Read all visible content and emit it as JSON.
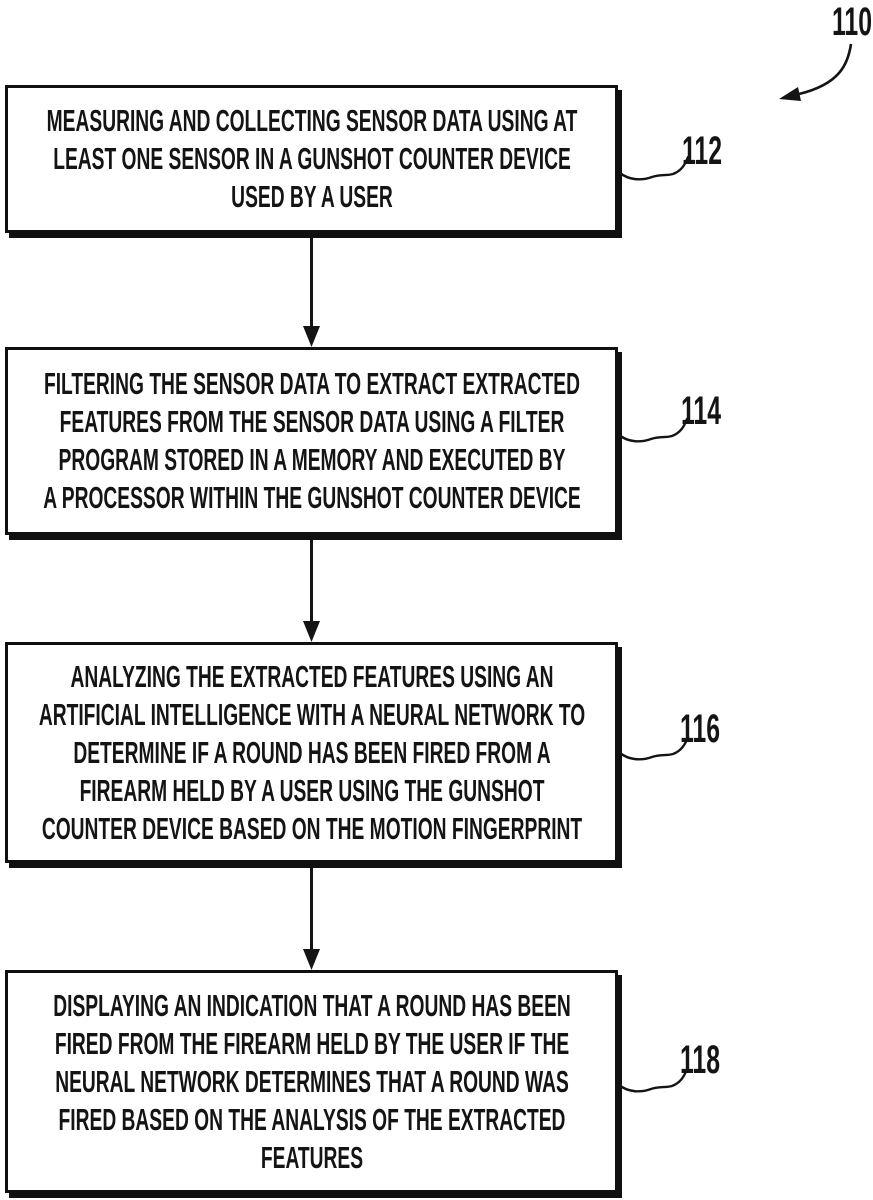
{
  "figure": {
    "figure_reference": "110",
    "colors": {
      "ink": "#141414",
      "background": "#ffffff"
    },
    "steps": [
      {
        "ref": "112",
        "text": "MEASURING AND COLLECTING SENSOR DATA USING AT\nLEAST ONE SENSOR IN A GUNSHOT COUNTER DEVICE\nUSED BY A USER"
      },
      {
        "ref": "114",
        "text": "FILTERING THE SENSOR DATA TO EXTRACT EXTRACTED\nFEATURES FROM THE SENSOR DATA USING A FILTER\nPROGRAM STORED IN A MEMORY AND EXECUTED BY\nA PROCESSOR WITHIN THE GUNSHOT COUNTER DEVICE"
      },
      {
        "ref": "116",
        "text": "ANALYZING THE EXTRACTED FEATURES USING AN\nARTIFICIAL INTELLIGENCE WITH A NEURAL NETWORK TO\nDETERMINE IF A ROUND HAS BEEN FIRED FROM A\nFIREARM HELD BY A USER USING THE GUNSHOT\nCOUNTER DEVICE BASED ON THE MOTION FINGERPRINT"
      },
      {
        "ref": "118",
        "text": "DISPLAYING AN INDICATION THAT A ROUND HAS BEEN\nFIRED FROM THE FIREARM HELD BY THE USER IF THE\nNEURAL NETWORK DETERMINES THAT A ROUND WAS\nFIRED BASED ON THE ANALYSIS OF THE EXTRACTED\nFEATURES"
      }
    ]
  }
}
